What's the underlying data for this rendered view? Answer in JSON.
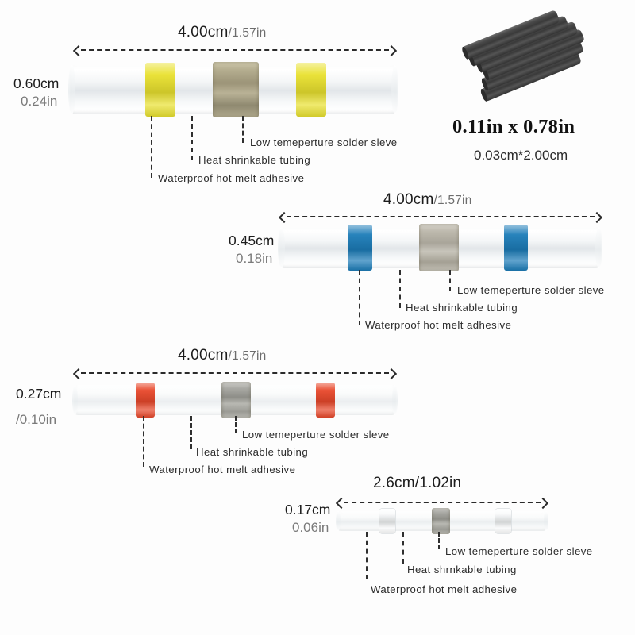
{
  "page": {
    "title": "Heat shrink solder sleeve connector size chart",
    "background_color": "#fdfdfd"
  },
  "colors": {
    "yellow_ring": "#e9e12f",
    "blue_ring": "#1c7cb8",
    "red_ring": "#e8482b",
    "clear_ring": "#eef1f2",
    "solder_sleeve": "#9c9478",
    "black_tube": "#3a3a3a",
    "text": "#1c1c1c",
    "text_muted": "#7a7a7a"
  },
  "connectors": [
    {
      "id": "yellow",
      "length_label": "4.00cm",
      "length_label_sub": "/1.57in",
      "diameter_cm": "0.60cm",
      "diameter_in": "0.24in",
      "ring_color_name": "yellow",
      "callouts": {
        "solder_sleeve": "Low temeperture solder sleve",
        "heat_shrink": "Heat shrinkable tubing",
        "adhesive": "Waterproof hot melt adhesive"
      }
    },
    {
      "id": "blue",
      "length_label": "4.00cm",
      "length_label_sub": "/1.57in",
      "diameter_cm": "0.45cm",
      "diameter_in": "0.18in",
      "ring_color_name": "blue",
      "callouts": {
        "solder_sleeve": "Low temeperture solder sleve",
        "heat_shrink": "Heat shrinkable tubing",
        "adhesive": "Waterproof hot melt adhesive"
      }
    },
    {
      "id": "red",
      "length_label": "4.00cm",
      "length_label_sub": "/1.57in",
      "diameter_cm": "0.27cm",
      "diameter_in": "/0.10in",
      "ring_color_name": "red",
      "callouts": {
        "solder_sleeve": "Low temeperture solder sleve",
        "heat_shrink": "Heat shrinkable tubing",
        "adhesive": "Waterproof hot melt adhesive"
      }
    },
    {
      "id": "white",
      "length_label": "2.6cm/1.02in",
      "length_label_sub": "",
      "diameter_cm": "0.17cm",
      "diameter_in": "0.06in",
      "ring_color_name": "clear",
      "callouts": {
        "solder_sleeve": "Low temeperture solder sleve",
        "heat_shrink": "Heat shrnkable tubing",
        "adhesive": "Waterproof hot melt adhesive"
      }
    }
  ],
  "tube_stack": {
    "size_imperial": "0.11in x 0.78in",
    "size_metric": "0.03cm*2.00cm",
    "count": 6
  }
}
